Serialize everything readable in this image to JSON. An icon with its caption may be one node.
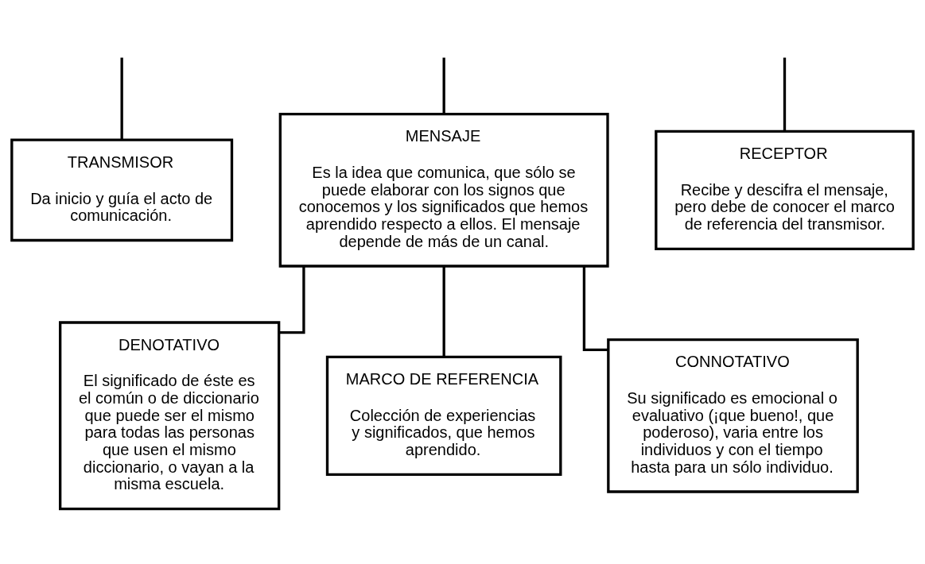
{
  "diagram": {
    "nodes": [
      {
        "text": [
          "TRANSMISOR",
          "Da inicio y guía el acto de comunicación."
        ]
      },
      {
        "text": [
          "MENSAJE",
          "Es la idea que comunica, que sólo se puede elaborar con los signos que conocemos y los significados que hemos aprendido respecto a ellos. El mensaje depende de más de un canal."
        ]
      },
      {
        "text": [
          "RECEPTOR",
          "Recibe y descifra el mensaje, pero debe de conocer el marco de referencia del transmisor."
        ]
      },
      {
        "text": [
          "DENOTATIVO",
          "El significado de éste es el común o de diccionario que puede ser el mismo para todas las personas que usen el mismo diccionario, o vayan a la misma escuela."
        ]
      },
      {
        "text": [
          "MARCO DE REFERENCIA",
          "Colección de experiencias y significados, que hemos aprendido."
        ]
      },
      {
        "text": [
          "CONNOTATIVO",
          "Su significado es emocional o evaluativo (¡que bueno!, que poderoso), varia entre los individuos y con el tiempo hasta para un sólo individuo."
        ]
      }
    ],
    "edges": [
      {
        "from": null,
        "to": 0,
        "arrow": "none"
      },
      {
        "from": null,
        "to": 1,
        "arrow": "none"
      },
      {
        "from": null,
        "to": 2,
        "arrow": "none"
      },
      {
        "from": 1,
        "to": 3,
        "arrow": "none"
      },
      {
        "from": 1,
        "to": 4,
        "arrow": "none"
      },
      {
        "from": 1,
        "to": 5,
        "arrow": "none"
      }
    ]
  }
}
